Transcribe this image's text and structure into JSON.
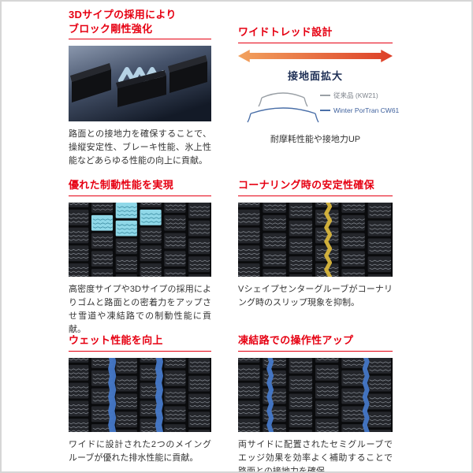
{
  "meta": {
    "accent_red": "#e60012",
    "text_color": "#333333",
    "navy": "#1e2f55",
    "arrow_gradient": [
      "#f2a25e",
      "#dd3f28"
    ]
  },
  "sections": {
    "sipe3d": {
      "title_line1": "3Dサイプの採用により",
      "title_line2": "ブロック剛性強化",
      "body": "路面との接地力を確保することで、操縦安定性、ブレーキ性能、氷上性能などあらゆる性能の向上に貢献。"
    },
    "widetread": {
      "title": "ワイドトレッド設計",
      "arrow_label": "接地面拡大",
      "legend": [
        {
          "label": "従来品 (KW21)",
          "color": "#9aa0a6"
        },
        {
          "label": "Winter PorTran CW61",
          "color": "#4a6fa8"
        }
      ],
      "caption": "耐摩耗性能や接地力UP"
    },
    "braking": {
      "title": "優れた制動性能を実現",
      "body": "高密度サイプや3Dサイプの採用によりゴムと路面との密着力をアップさせ雪道や凍結路での制動性能に貢献。",
      "tread": {
        "highlight_blocks": [
          [
            2,
            0
          ],
          [
            1,
            1
          ],
          [
            2,
            1
          ],
          [
            3,
            1
          ]
        ],
        "hl_fill": "#90d8e8",
        "hl_line": "#2e7f95",
        "grooves": []
      }
    },
    "cornering": {
      "title": "コーナリング時の安定性確保",
      "body": "Vシェイプセンターグルーブがコーナリング時のスリップ現象を抑制。",
      "tread": {
        "highlight_blocks": [],
        "grooves": [
          {
            "x": 0.57,
            "amp": 5,
            "w": 5
          }
        ],
        "groove_color": "#d9b63c"
      }
    },
    "wet": {
      "title": "ウェット性能を向上",
      "body": "ワイドに設計された2つのメイングルーブが優れた排水性能に貢献。",
      "tread": {
        "highlight_blocks": [],
        "grooves": [
          {
            "x": 0.3,
            "amp": 2,
            "w": 9
          },
          {
            "x": 0.63,
            "amp": 2,
            "w": 9
          }
        ],
        "groove_color": "#4678c8"
      }
    },
    "ice": {
      "title": "凍結路での操作性アップ",
      "body": "両サイドに配置されたセミグルーブでエッジ効果を効率よく補助することで路面との接地力を確保。",
      "tread": {
        "highlight_blocks": [],
        "grooves": [
          {
            "x": 0.2,
            "amp": 3,
            "w": 6
          },
          {
            "x": 0.82,
            "amp": 3,
            "w": 6
          }
        ],
        "groove_color": "#4678c8"
      }
    }
  }
}
